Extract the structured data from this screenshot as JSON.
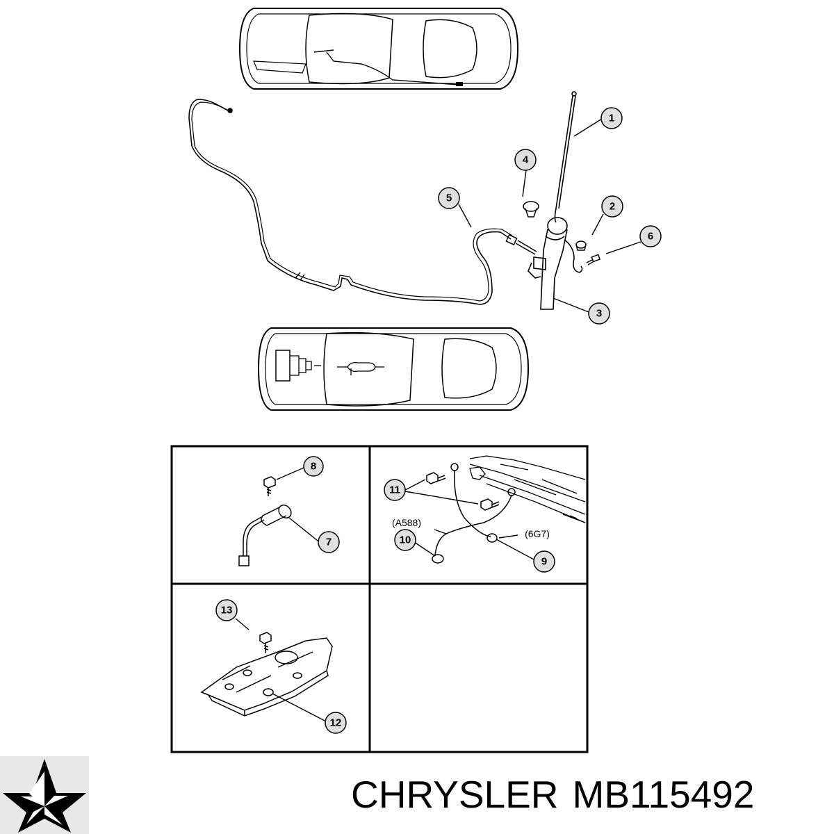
{
  "callouts": {
    "c1": "1",
    "c2": "2",
    "c3": "3",
    "c4": "4",
    "c5": "5",
    "c6": "6",
    "c7": "7",
    "c8": "8",
    "c9": "9",
    "c10": "10",
    "c11": "11",
    "c12": "12",
    "c13": "13"
  },
  "codes": {
    "a588": "(A588)",
    "g67": "(6G7)"
  },
  "caption": {
    "brand": "CHRYSLER",
    "part_number": "MB115492"
  },
  "colors": {
    "line": "#000000",
    "background": "#ffffff",
    "logo_bg": "#e8e8e8"
  }
}
